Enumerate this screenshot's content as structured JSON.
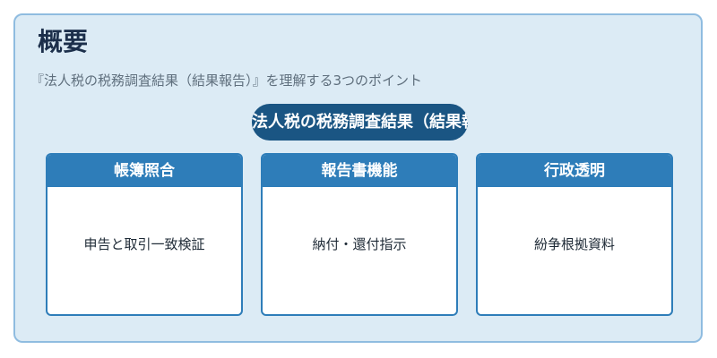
{
  "overview": {
    "title": "概要",
    "subtitle": "『法人税の税務調査結果（結果報告）』を理解する3つのポイント",
    "highlight": "法人税の税務調査結果（結果報告）"
  },
  "cards": [
    {
      "header": "帳簿照合",
      "body": "申告と取引一致検証"
    },
    {
      "header": "報告書機能",
      "body": "納付・還付指示"
    },
    {
      "header": "行政透明",
      "body": "紛争根拠資料"
    }
  ],
  "colors": {
    "panel_background": "#dcebf5",
    "panel_border": "#8fbce0",
    "title_text": "#1c2f4b",
    "pill_background": "#1a5583",
    "card_header": "#2e7db9",
    "card_body_background": "#ffffff"
  }
}
